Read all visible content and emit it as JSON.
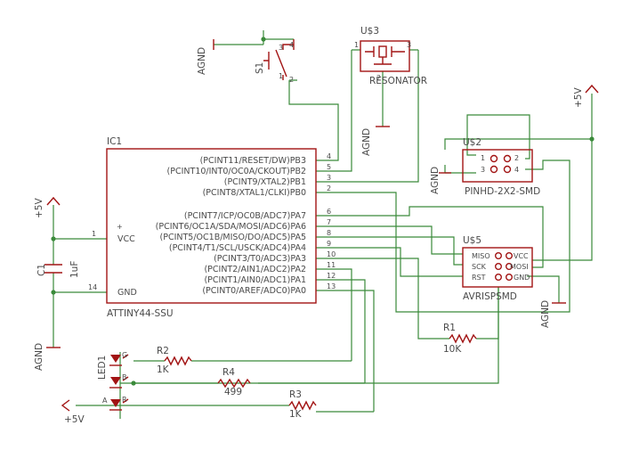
{
  "ic1": {
    "ref": "IC1",
    "value": "ATTINY44-SSU",
    "vcc": "VCC",
    "gnd": "GND",
    "pin_vcc": "1",
    "pin_gnd": "14",
    "plus": "+",
    "pins": [
      {
        "label": "(PCINT11/RESET/DW)PB3",
        "num": "4"
      },
      {
        "label": "(PCINT10/INT0/OC0A/CKOUT)PB2",
        "num": "5"
      },
      {
        "label": "(PCINT9/XTAL2)PB1",
        "num": "3"
      },
      {
        "label": "(PCINT8/XTAL1/CLKI)PB0",
        "num": "2"
      },
      {
        "label": "(PCINT7/ICP/OC0B/ADC7)PA7",
        "num": "6"
      },
      {
        "label": "(PCINT6/OC1A/SDA/MOSI/ADC6)PA6",
        "num": "7"
      },
      {
        "label": "(PCINT5/OC1B/MISO/DO/ADC5)PA5",
        "num": "8"
      },
      {
        "label": "(PCINT4/T1/SCL/USCK/ADC4)PA4",
        "num": "9"
      },
      {
        "label": "(PCINT3/T0/ADC3)PA3",
        "num": "10"
      },
      {
        "label": "(PCINT2/AIN1/ADC2)PA2",
        "num": "11"
      },
      {
        "label": "(PCINT1/AIN0/ADC1)PA1",
        "num": "12"
      },
      {
        "label": "(PCINT0/AREF/ADC0)PA0",
        "num": "13"
      }
    ]
  },
  "u3": {
    "ref": "U$3",
    "value": "RESONATOR",
    "pin1": "1",
    "pin2": "2",
    "pin3": "3"
  },
  "s1": {
    "ref": "S1",
    "pin1": "1",
    "pin2": "2",
    "pin3": "3",
    "pin4": "4"
  },
  "u2": {
    "ref": "U$2",
    "value": "PINHD-2X2-SMD",
    "pins": [
      "1",
      "2",
      "3",
      "4"
    ]
  },
  "u5": {
    "ref": "U$5",
    "value": "AVRISPSMD",
    "left": [
      "MISO",
      "SCK",
      "RST"
    ],
    "right": [
      "VCC",
      "MOSI",
      "GND"
    ]
  },
  "c1": {
    "ref": "C1",
    "value": "1uF"
  },
  "r1": {
    "ref": "R1",
    "value": "10K"
  },
  "r2": {
    "ref": "R2",
    "value": "1K"
  },
  "r3": {
    "ref": "R3",
    "value": "1K"
  },
  "r4": {
    "ref": "R4",
    "value": "499"
  },
  "led1": {
    "ref": "LED1",
    "g": "G",
    "b": "B",
    "r": "R",
    "a": "A"
  },
  "supplies": {
    "agnd": "AGND",
    "vplus": "+5V"
  }
}
